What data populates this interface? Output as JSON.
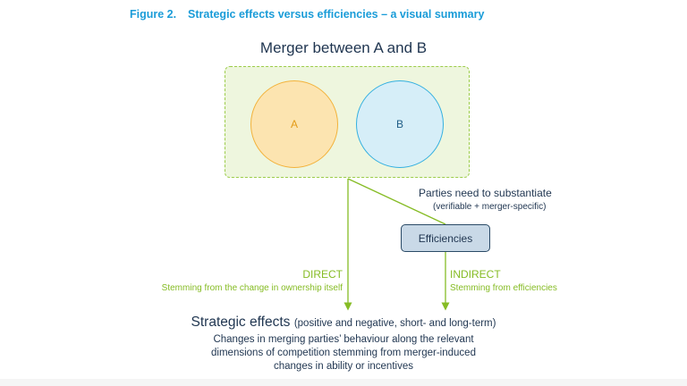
{
  "caption": {
    "number": "Figure 2.",
    "title": "Strategic effects versus efficiencies – a visual summary"
  },
  "merger": {
    "title": "Merger between A and B",
    "party_a": "A",
    "party_b": "B"
  },
  "efficiencies": {
    "note": "Parties need to substantiate",
    "note_sub": "(verifiable + merger-specific)",
    "box_label": "Efficiencies"
  },
  "paths": {
    "direct_label": "DIRECT",
    "direct_sub": "Stemming from the change in ownership itself",
    "indirect_label": "INDIRECT",
    "indirect_sub": "Stemming from efficiencies"
  },
  "outcome": {
    "heading": "Strategic effects",
    "qualifier": "(positive and negative, short- and long-term)",
    "desc_line1": "Changes in merging parties’ behaviour along the relevant",
    "desc_line2": "dimensions of competition stemming from merger-induced",
    "desc_line3": "changes in ability or incentives"
  },
  "colors": {
    "caption_blue": "#1a9cd8",
    "navy": "#1f3550",
    "green": "#86bc25",
    "merger_bg": "#eef6de",
    "circle_a_fill": "#fce4b0",
    "circle_a_stroke": "#f3b23a",
    "circle_b_fill": "#d6eef8",
    "circle_b_stroke": "#34b0e0",
    "efficiencies_fill": "#c9d9e7"
  }
}
